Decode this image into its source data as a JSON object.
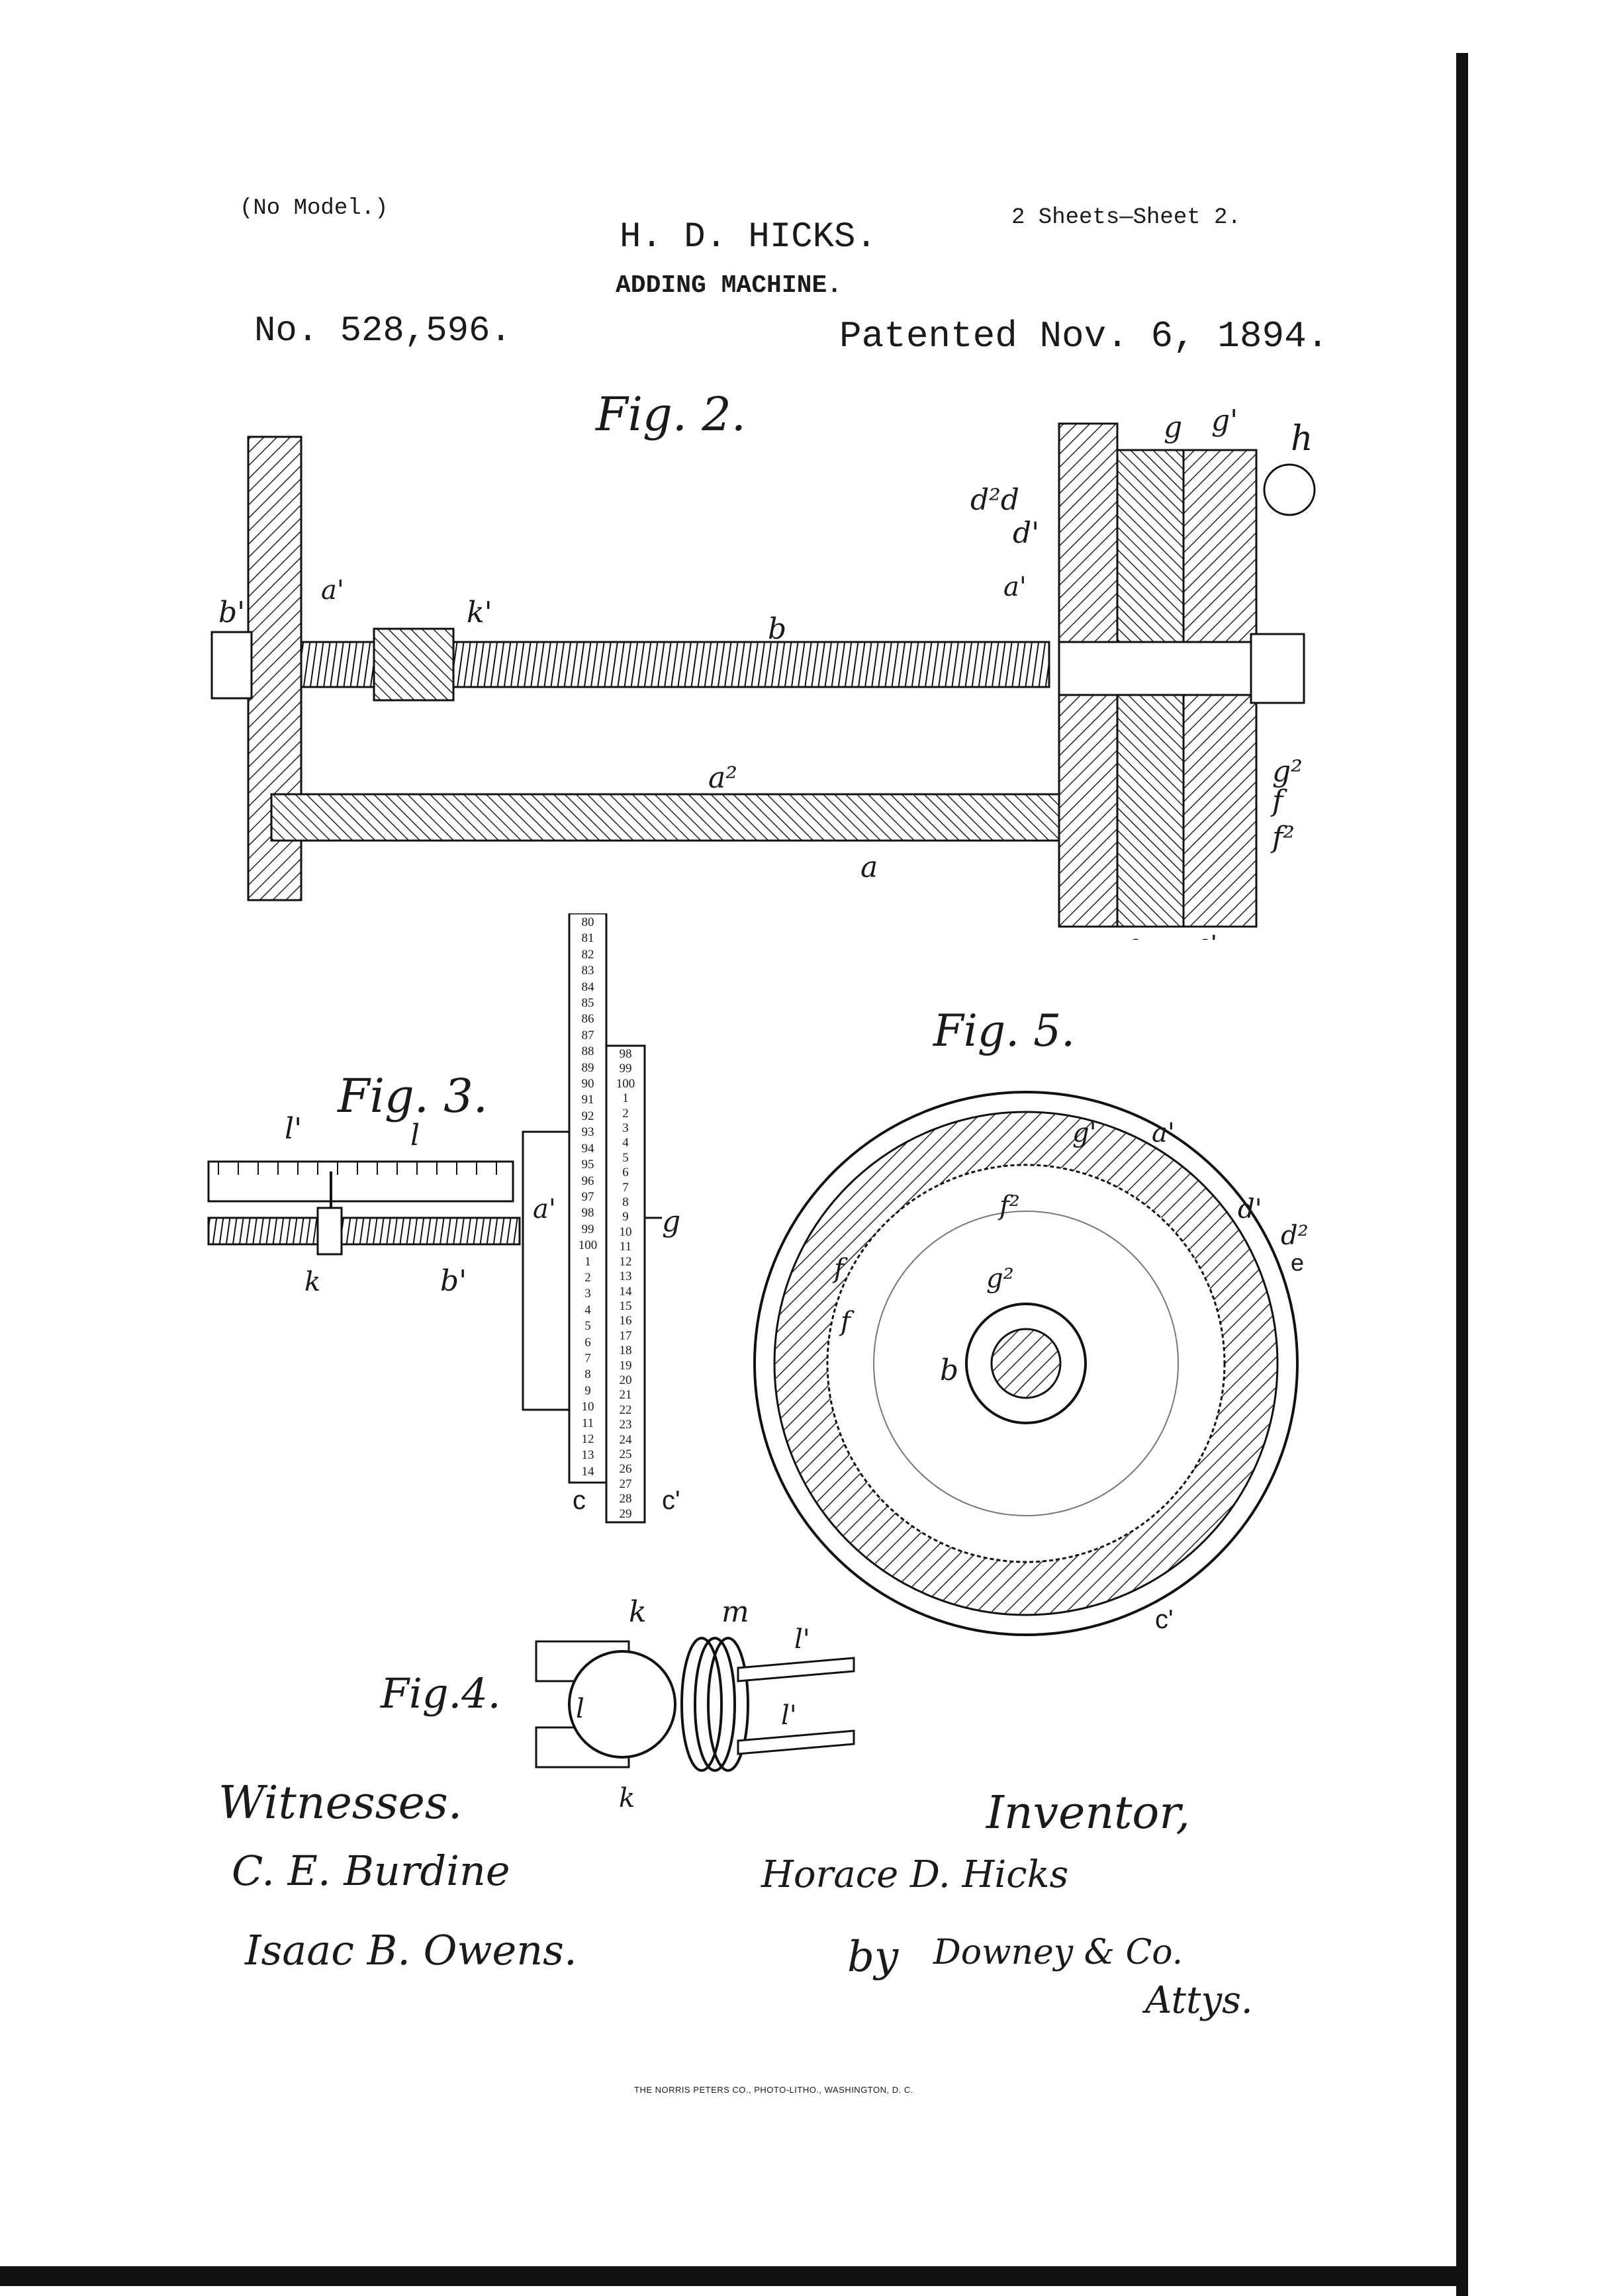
{
  "header": {
    "no_model": "(No Model.)",
    "sheets": "2 Sheets—Sheet 2.",
    "inventor_name": "H. D. HICKS.",
    "title": "ADDING MACHINE.",
    "patent_no": "No. 528,596.",
    "patented": "Patented Nov. 6, 1894."
  },
  "figures": {
    "fig2": {
      "caption": "Fig. 2.",
      "labels": [
        "b'",
        "a'",
        "k'",
        "b",
        "a2",
        "a",
        "g",
        "g'",
        "h",
        "d2",
        "d",
        "d'",
        "a'",
        "g2",
        "f",
        "f2",
        "c",
        "c'"
      ]
    },
    "fig3": {
      "caption": "Fig. 3.",
      "labels": [
        "l'",
        "l",
        "a'",
        "k",
        "b'",
        "g",
        "c",
        "c'"
      ],
      "strip_c": [
        "80",
        "81",
        "82",
        "83",
        "84",
        "85",
        "86",
        "87",
        "88",
        "89",
        "90",
        "91",
        "92",
        "93",
        "94",
        "95",
        "96",
        "97",
        "98",
        "99",
        "100",
        "1",
        "2",
        "3",
        "4",
        "5",
        "6",
        "7",
        "8",
        "9",
        "10",
        "11",
        "12",
        "13",
        "14"
      ],
      "strip_c_prime": [
        "98",
        "99",
        "100",
        "1",
        "2",
        "3",
        "4",
        "5",
        "6",
        "7",
        "8",
        "9",
        "10",
        "11",
        "12",
        "13",
        "14",
        "15",
        "16",
        "17",
        "18",
        "19",
        "20",
        "21",
        "22",
        "23",
        "24",
        "25",
        "26",
        "27",
        "28",
        "29"
      ]
    },
    "fig4": {
      "caption": "Fig.4.",
      "labels": [
        "k",
        "m",
        "l'",
        "l",
        "l'",
        "k"
      ]
    },
    "fig5": {
      "caption": "Fig. 5.",
      "labels": [
        "g'",
        "a'",
        "f2",
        "d'",
        "d2",
        "e",
        "f",
        "f",
        "g2",
        "b",
        "c'"
      ]
    }
  },
  "signatures": {
    "witnesses_label": "Witnesses.",
    "witness_1": "C. E. Burdine",
    "witness_2": "Isaac B. Owens.",
    "inventor_label": "Inventor,",
    "inventor_sig": "Horace D. Hicks",
    "by": "by",
    "attorneys_sig": "Downey & Co.",
    "attys": "Attys."
  },
  "footer": {
    "imprint": "THE NORRIS PETERS CO., PHOTO-LITHO., WASHINGTON, D. C."
  }
}
